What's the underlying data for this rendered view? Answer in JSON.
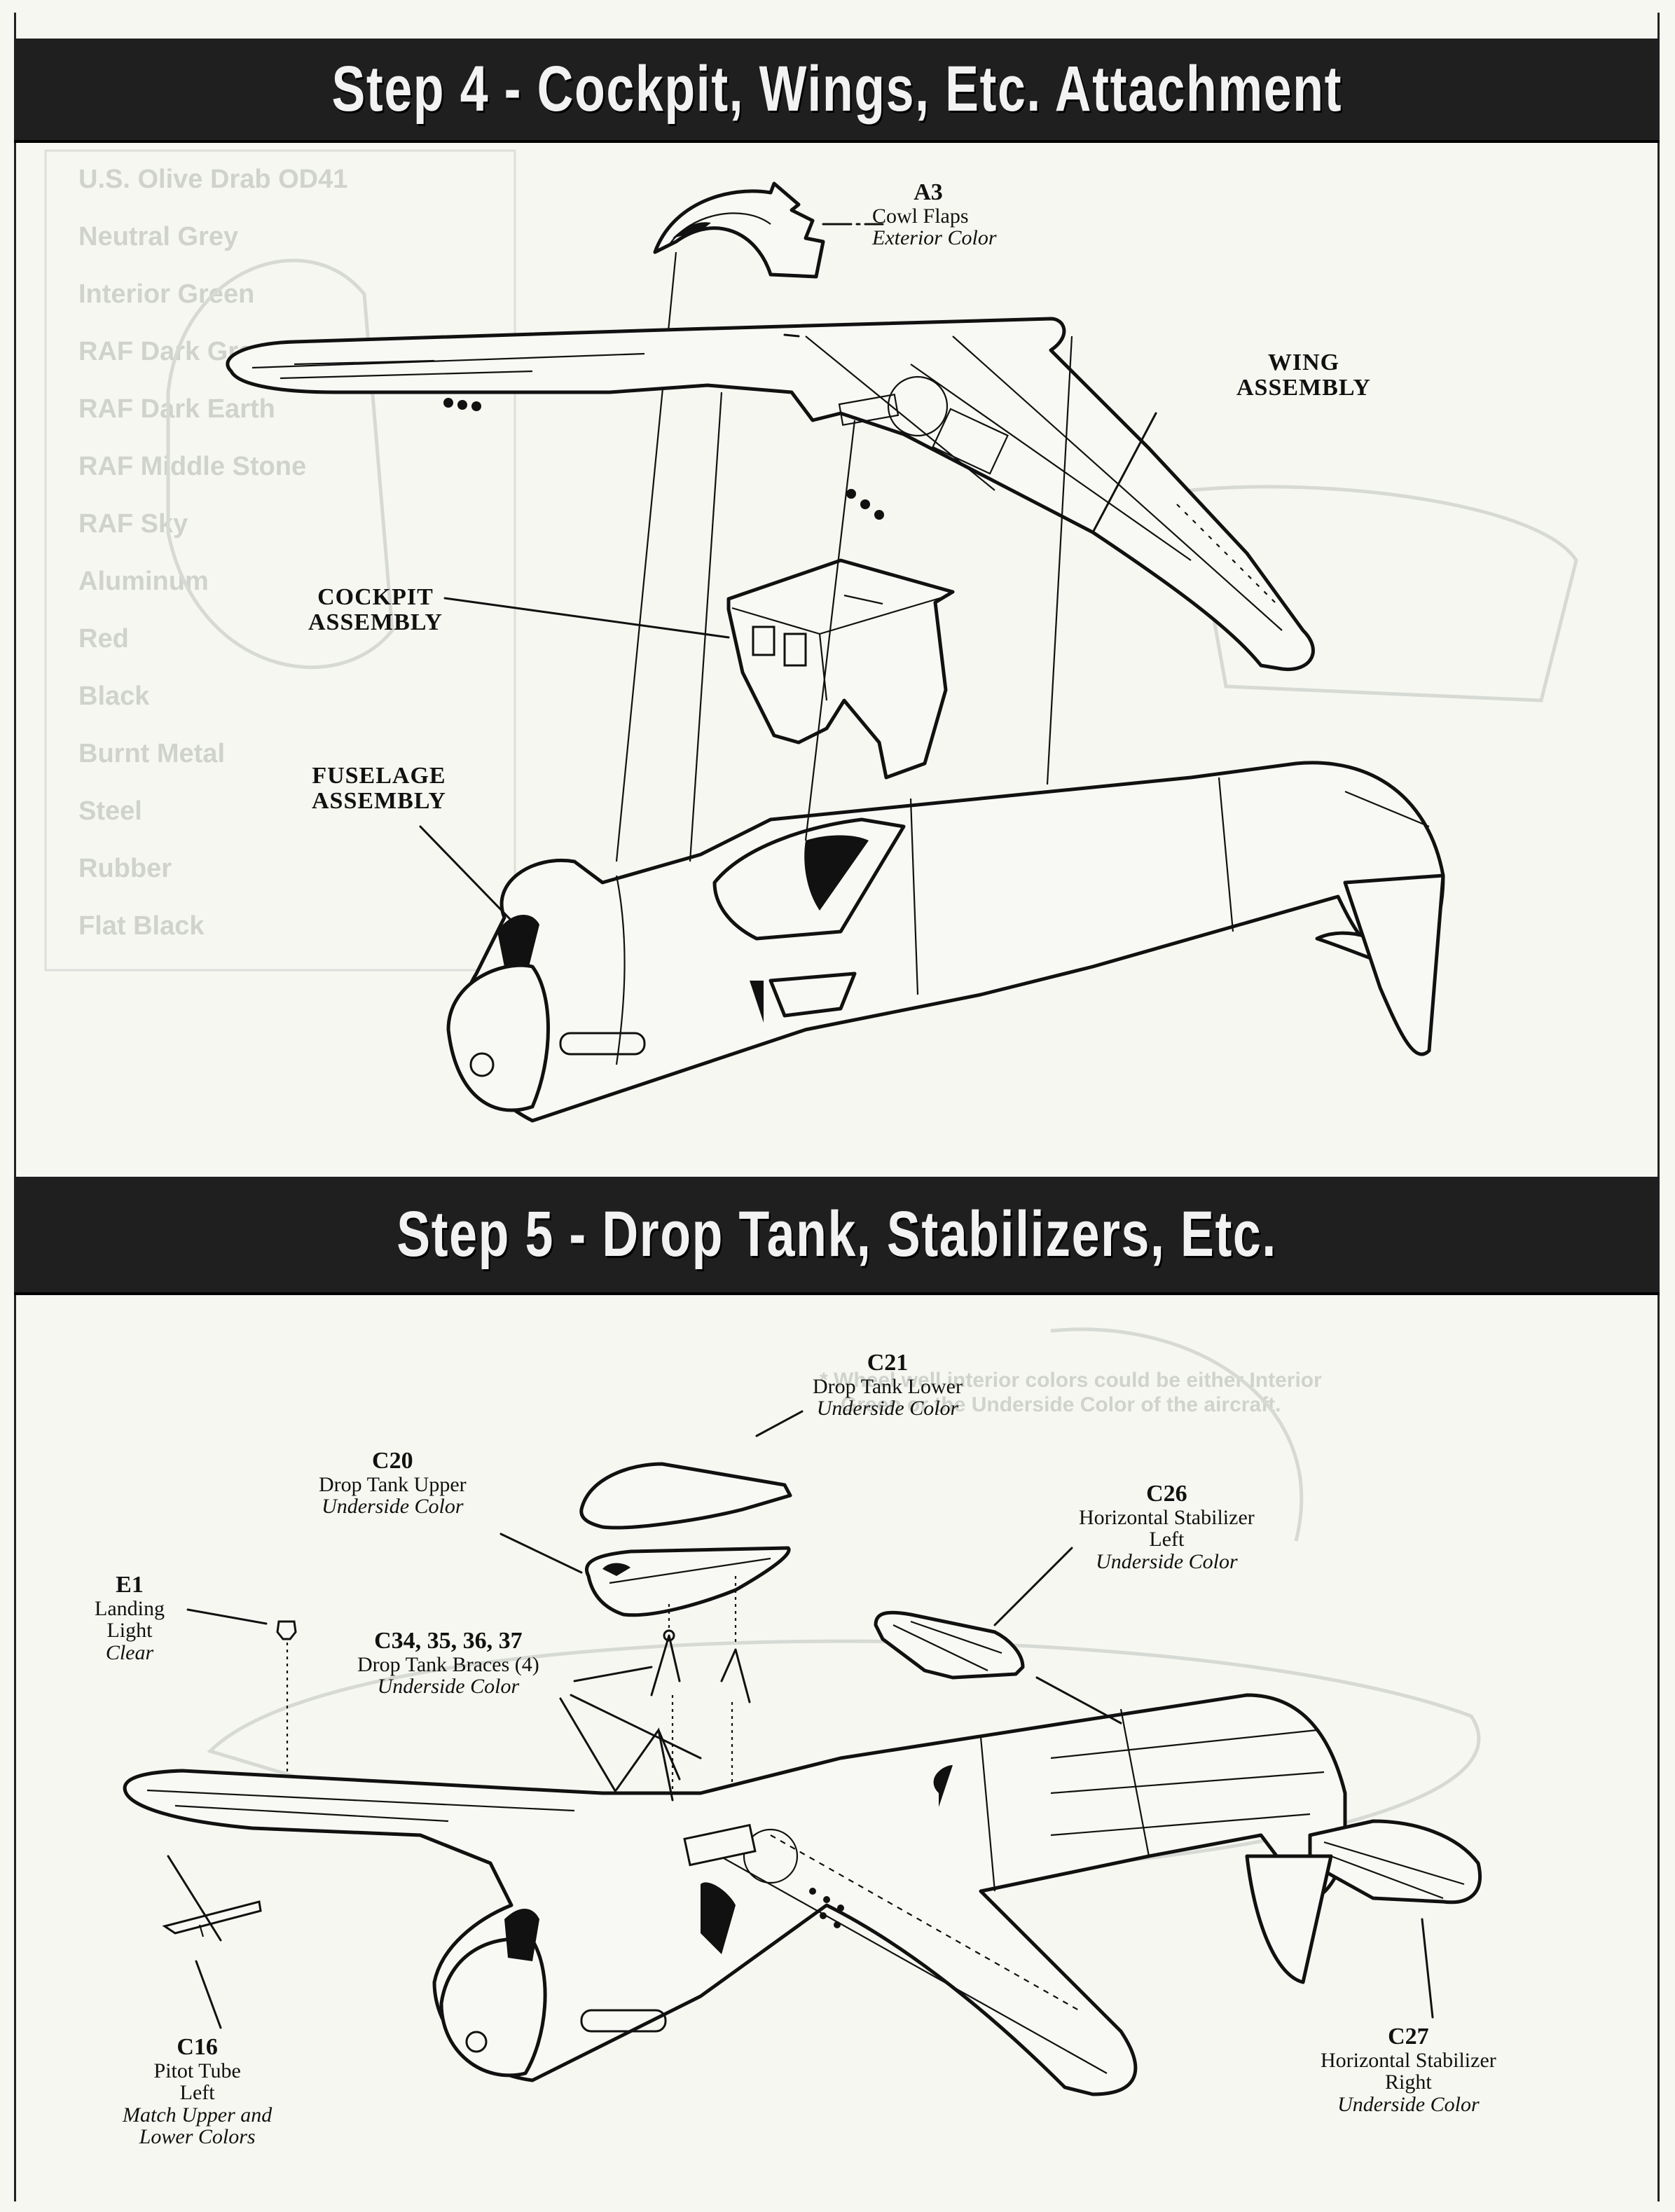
{
  "steps": [
    {
      "title": "Step 4 - Cockpit, Wings, Etc.  Attachment",
      "parts": [
        {
          "id": "A3",
          "name": "Cowl Flaps",
          "color": "Exterior Color"
        }
      ],
      "assemblies": {
        "wing": [
          "WING",
          "ASSEMBLY"
        ],
        "cockpit": [
          "COCKPIT",
          "ASSEMBLY"
        ],
        "fuselage": [
          "FUSELAGE",
          "ASSEMBLY"
        ]
      }
    },
    {
      "title": "Step 5 - Drop Tank, Stabilizers, Etc.",
      "parts": {
        "c21": {
          "id": "C21",
          "name": "Drop Tank Lower",
          "color": "Underside Color"
        },
        "c20": {
          "id": "C20",
          "name": "Drop Tank Upper",
          "color": "Underside Color"
        },
        "c26": {
          "id": "C26",
          "name": "Horizontal Stabilizer",
          "side": "Left",
          "color": "Underside Color"
        },
        "e1": {
          "id": "E1",
          "name1": "Landing",
          "name2": "Light",
          "color": "Clear"
        },
        "braces": {
          "id": "C34, 35, 36, 37",
          "name": "Drop Tank Braces (4)",
          "color": "Underside Color"
        },
        "c16": {
          "id": "C16",
          "name": "Pitot Tube",
          "side": "Left",
          "color1": "Match Upper and",
          "color2": "Lower Colors"
        },
        "c27": {
          "id": "C27",
          "name": "Horizontal Stabilizer",
          "side": "Right",
          "color": "Underside Color"
        }
      }
    }
  ],
  "show_through": {
    "color_chart": [
      "U.S. Olive Drab OD41",
      "Neutral Grey",
      "Interior Green",
      "RAF Dark Green",
      "RAF Dark Earth",
      "RAF Middle Stone",
      "RAF Sky",
      "Aluminum",
      "Red",
      "Black",
      "Burnt Metal",
      "Steel",
      "Rubber",
      "Flat Black"
    ],
    "note1": "* Wheel well interior colors could be either Interior",
    "note2": "Green or the Underside Color of the aircraft."
  }
}
